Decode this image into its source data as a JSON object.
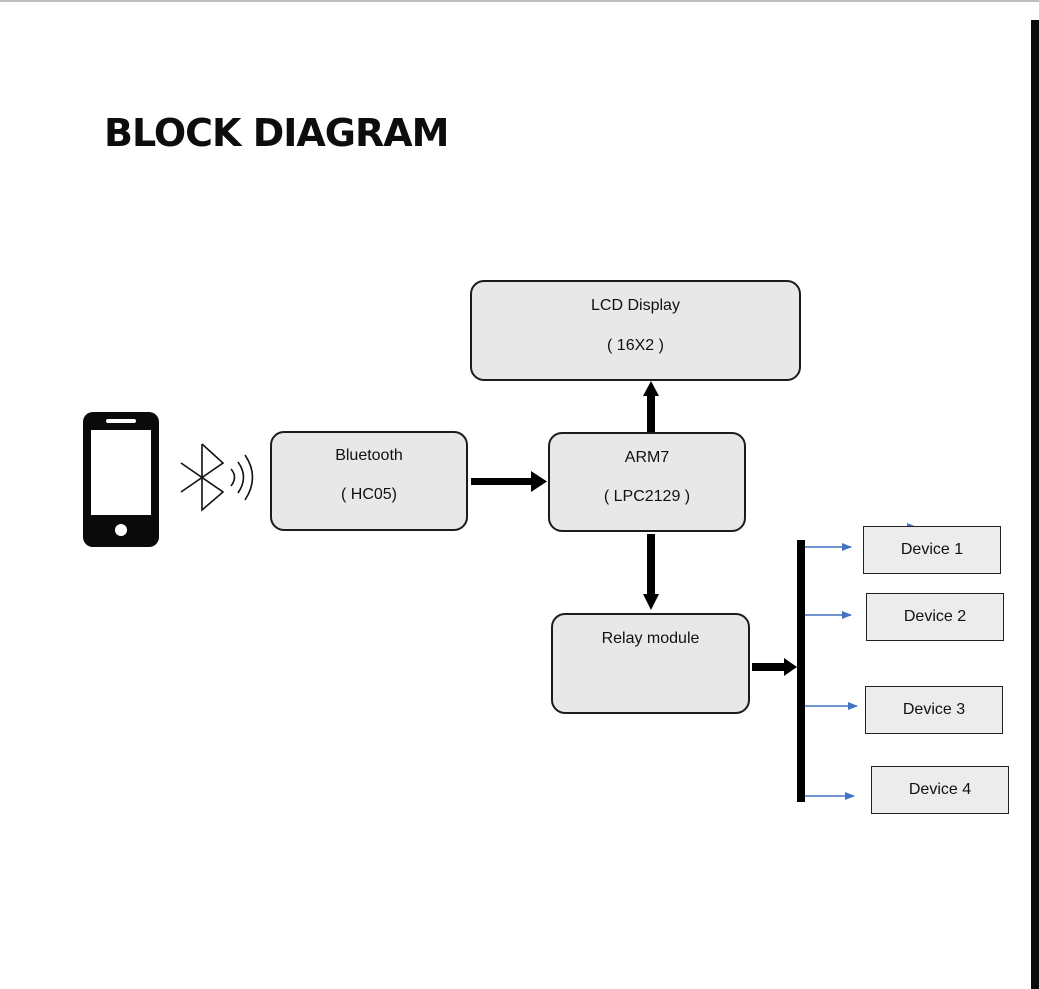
{
  "title": "BLOCK DIAGRAM",
  "blocks": {
    "lcd": {
      "line1": "LCD Display",
      "line2": "( 16X2 )"
    },
    "bluetooth": {
      "line1": "Bluetooth",
      "line2": "( HC05)"
    },
    "arm": {
      "line1": "ARM7",
      "line2": "( LPC2129 )"
    },
    "relay": {
      "line1": "Relay module"
    }
  },
  "devices": [
    "Device 1",
    "Device 2",
    "Device 3",
    "Device 4"
  ],
  "icons": {
    "phone": "smartphone-icon",
    "signal": "bluetooth-signal-icon"
  },
  "colors": {
    "block_fill": "#e8e8e8",
    "arrow_thick": "#000000",
    "arrow_thin": "#4472c4"
  }
}
